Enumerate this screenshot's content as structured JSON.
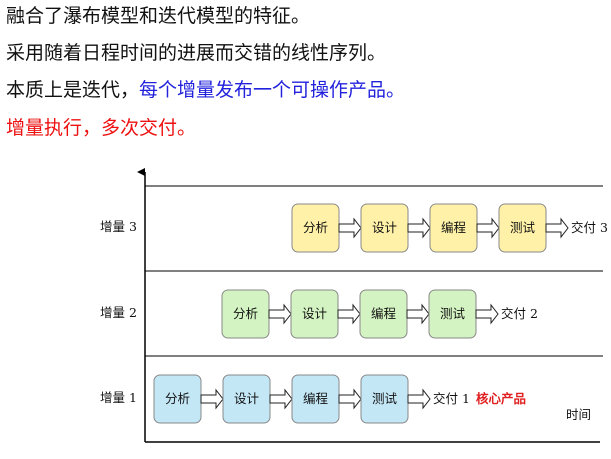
{
  "text": {
    "line1": "融合了瀑布模型和迭代模型的特征。",
    "line2": "采用随着日程时间的进展而交错的线性序列。",
    "line3_part1": "本质上是迭代，",
    "line3_part2": "每个增量发布一个可操作产品。",
    "line4": "增量执行，多次交付。"
  },
  "colors": {
    "highlight_blue": "#2222dd",
    "highlight_red": "#ee1111",
    "core_label": "#e02020"
  },
  "diagram": {
    "time_label": "时间",
    "core_product_label": "核心产品",
    "increments": [
      {
        "label": "增量 3",
        "steps": [
          "分析",
          "设计",
          "编程",
          "测试"
        ],
        "delivery": "交付 3",
        "box_color": "#fff2a8"
      },
      {
        "label": "增量 2",
        "steps": [
          "分析",
          "设计",
          "编程",
          "测试"
        ],
        "delivery": "交付 2",
        "box_color": "#d4f3c2"
      },
      {
        "label": "增量 1",
        "steps": [
          "分析",
          "设计",
          "编程",
          "测试"
        ],
        "delivery": "交付 1",
        "box_color": "#c4e7f6"
      }
    ]
  }
}
